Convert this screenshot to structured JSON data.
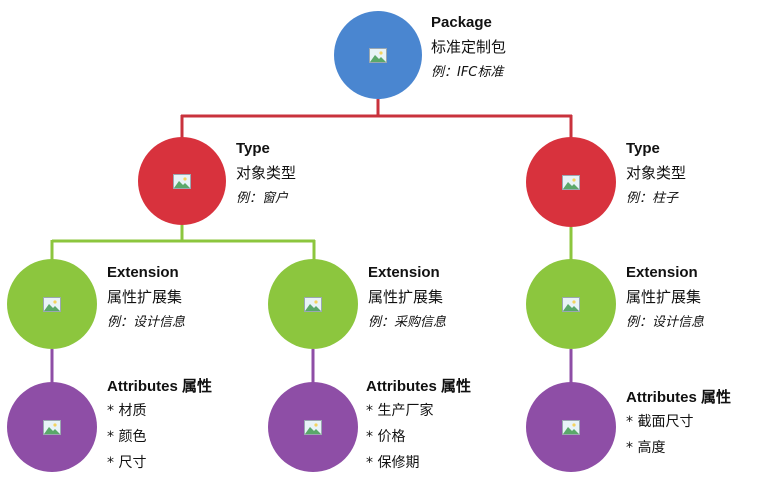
{
  "colors": {
    "package": "#4a86d0",
    "type": "#d8323d",
    "extension": "#8cc63e",
    "attributes": "#8e4ea6",
    "line_red": "#c9323c",
    "line_green": "#8cc63e",
    "line_purple": "#8e4ea6"
  },
  "package": {
    "title": "Package",
    "subtitle": "标准定制包",
    "example": "例：IFC标准"
  },
  "type_left": {
    "title": "Type",
    "subtitle": "对象类型",
    "example": "例：窗户"
  },
  "type_right": {
    "title": "Type",
    "subtitle": "对象类型",
    "example": "例：柱子"
  },
  "ext_1": {
    "title": "Extension",
    "subtitle": "属性扩展集",
    "example": "例：设计信息"
  },
  "ext_2": {
    "title": "Extension",
    "subtitle": "属性扩展集",
    "example": "例：采购信息"
  },
  "ext_3": {
    "title": "Extension",
    "subtitle": "属性扩展集",
    "example": "例：设计信息"
  },
  "attr_1": {
    "title": "Attributes",
    "title_cn": "属性",
    "items": [
      "* 材质",
      "* 颜色",
      "* 尺寸"
    ]
  },
  "attr_2": {
    "title": "Attributes",
    "title_cn": "属性",
    "items": [
      "* 生产厂家",
      "* 价格",
      "* 保修期"
    ]
  },
  "attr_3": {
    "title": "Attributes",
    "title_cn": "属性",
    "items": [
      "* 截面尺寸",
      "* 高度"
    ]
  },
  "icons": {
    "node_placeholder": "image-icon"
  }
}
